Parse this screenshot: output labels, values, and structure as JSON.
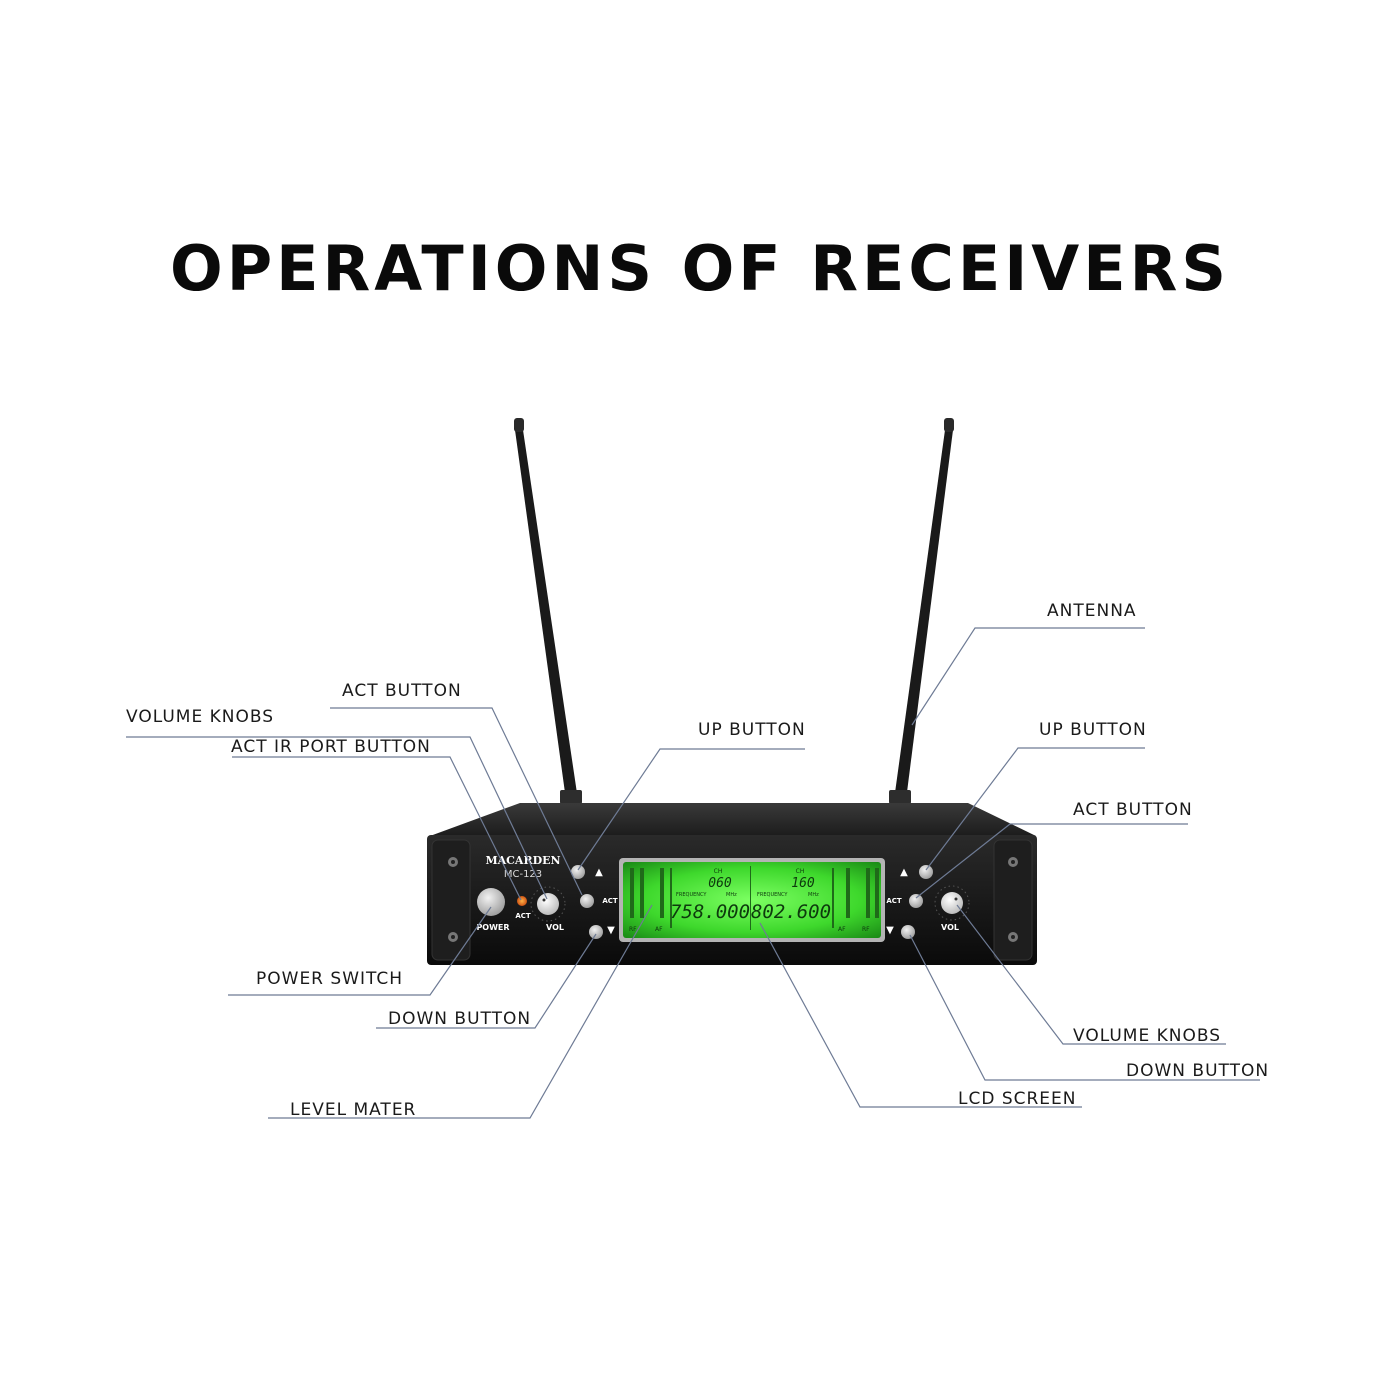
{
  "title": "OPERATIONS OF RECEIVERS",
  "device": {
    "brand": "MACARDEN",
    "model": "MC-123",
    "power_label": "POWER",
    "act_label": "ACT",
    "vol_label": "VOL",
    "act_button_label": "ACT",
    "up_symbol": "▲",
    "down_symbol": "▼",
    "lcd": {
      "ch_label": "CH",
      "freq_label": "FREQUENCY",
      "mhz_label": "MHz",
      "af_label": "AF",
      "rf_label": "RF",
      "left": {
        "channel": "060",
        "frequency": "758.000"
      },
      "right": {
        "channel": "160",
        "frequency": "802.600"
      }
    }
  },
  "callouts": {
    "antenna": "ANTENNA",
    "act_button_left": "ACT BUTTON",
    "volume_knobs_left": "VOLUME KNOBS",
    "act_ir_port_button": "ACT IR PORT BUTTON",
    "up_button_left": "UP BUTTON",
    "up_button_right": "UP BUTTON",
    "act_button_right": "ACT BUTTON",
    "power_switch": "POWER SWITCH",
    "down_button_left": "DOWN BUTTON",
    "level_mater": "LEVEL MATER",
    "volume_knobs_right": "VOLUME KNOBS",
    "down_button_right": "DOWN BUTTON",
    "lcd_screen": "LCD SCREEN"
  },
  "colors": {
    "leader_line": "#6e7b95",
    "device_body": "#141414",
    "lcd_green": "#3fe033",
    "lcd_text": "#0d3a0d"
  }
}
